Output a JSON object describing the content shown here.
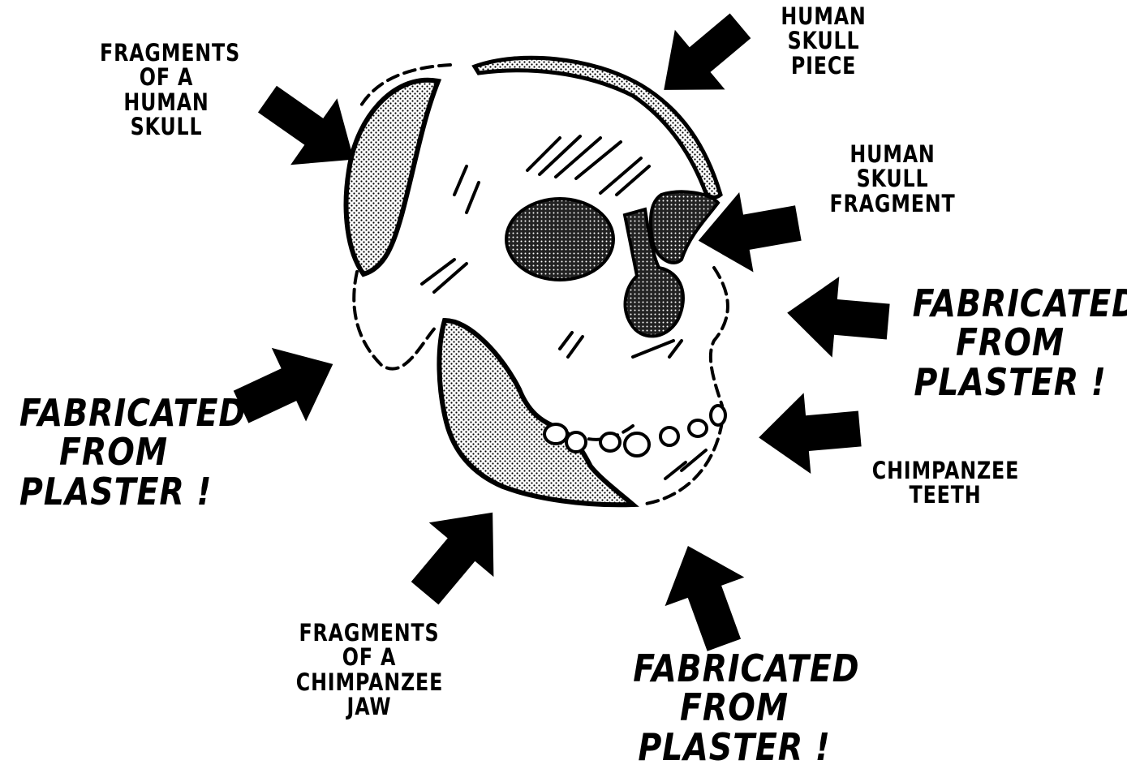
{
  "labels": {
    "fragments_human_skull": [
      "FRAGMENTS",
      "OF A",
      "HUMAN",
      "SKULL"
    ],
    "human_skull_piece": [
      "HUMAN",
      "SKULL",
      "PIECE"
    ],
    "human_skull_fragment": [
      "HUMAN",
      "SKULL",
      "FRAGMENT"
    ],
    "fabricated_right": [
      "FABRICATED",
      "FROM",
      "PLASTER !"
    ],
    "fabricated_left": [
      "FABRICATED",
      "FROM",
      "PLASTER !"
    ],
    "chimpanzee_teeth": [
      "CHIMPANZEE",
      "TEETH"
    ],
    "fragments_chimpanzee_jaw": [
      "FRAGMENTS",
      "OF A",
      "CHIMPANZEE",
      "JAW"
    ],
    "fabricated_bottom": [
      "FABRICATED",
      "FROM",
      "PLASTER !"
    ]
  },
  "colors": {
    "ink": "#000000",
    "bone_fill": "#d8d8d8",
    "hollow_fill": "#5a5a5a",
    "background": "#ffffff"
  }
}
